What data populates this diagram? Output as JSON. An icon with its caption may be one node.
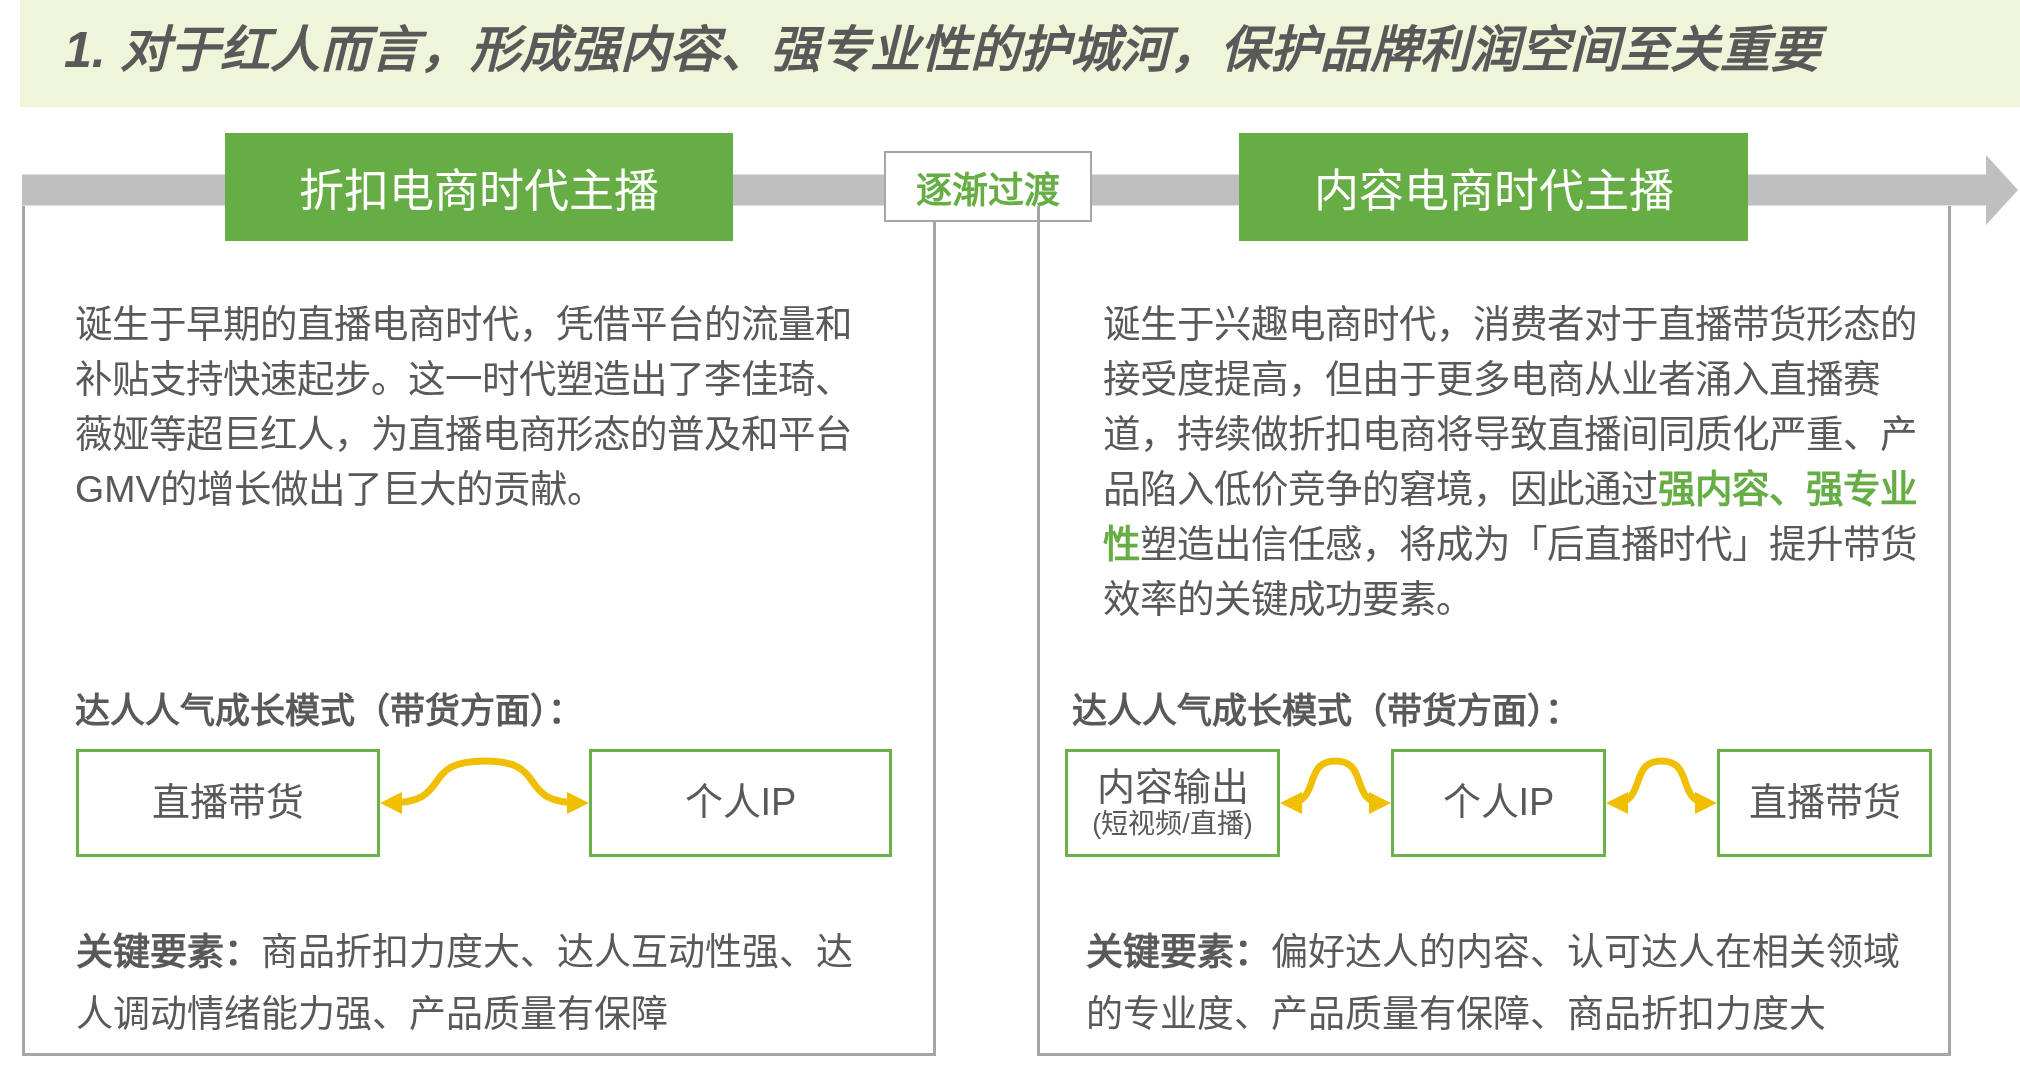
{
  "diagram": {
    "title": "1. 对于红人而言，形成强内容、强专业性的护城河，保护品牌利润空间至关重要",
    "nodes": [
      {
        "text": [
          "诞生于早期的直播电商时代，凭借平台的流量和补贴支持快速起步。这一时代塑造出了李佳琦、薇娅等超巨红人，为直播电商形态的普及和平台GMV的增长做出了巨大的贡献。",
          "达人人气成长模式（带货方面）：",
          "**关键要素：**商品折扣力度大、达人互动性强、达人调动情绪能力强、产品质量有保障"
        ]
      },
      {
        "text": [
          "折扣电商时代主播"
        ],
        "in": 0
      },
      {
        "text": [
          "直播带货"
        ],
        "in": 0
      },
      {
        "text": [
          "个人IP"
        ],
        "in": 0
      },
      {
        "text": [
          "逐渐过渡"
        ]
      },
      {
        "text": [
          "诞生于兴趣电商时代，消费者对于直播带货形态的接受度提高，但由于更多电商从业者涌入直播赛道，持续做折扣电商将导致直播间同质化严重、产品陷入低价竞争的窘境，因此通过**强内容、强专业性**塑造出信任感，将成为「后直播时代」提升带货效率的关键成功要素。",
          "达人人气成长模式（带货方面）：",
          "**关键要素：**偏好达人的内容、认可达人在相关领域的专业度、产品质量有保障、商品折扣力度大"
        ]
      },
      {
        "text": [
          "内容电商时代主播"
        ],
        "in": 5
      },
      {
        "text": [
          "内容输出",
          "(短视频/直播)"
        ],
        "in": 5
      },
      {
        "text": [
          "个人IP"
        ],
        "in": 5
      },
      {
        "text": [
          "直播带货"
        ],
        "in": 5
      }
    ],
    "edges": [
      {
        "from": null,
        "to": 1,
        "arrow": "none"
      },
      {
        "from": 1,
        "to": 4,
        "arrow": "none"
      },
      {
        "from": 4,
        "to": 6,
        "arrow": "none"
      },
      {
        "from": 6,
        "to": null,
        "arrow": "to"
      },
      {
        "from": 2,
        "to": 3,
        "arrow": "both",
        "color": "#efbf00"
      },
      {
        "from": 7,
        "to": 8,
        "arrow": "both",
        "color": "#efbf00"
      },
      {
        "from": 8,
        "to": 9,
        "arrow": "both",
        "color": "#efbf00"
      }
    ]
  }
}
